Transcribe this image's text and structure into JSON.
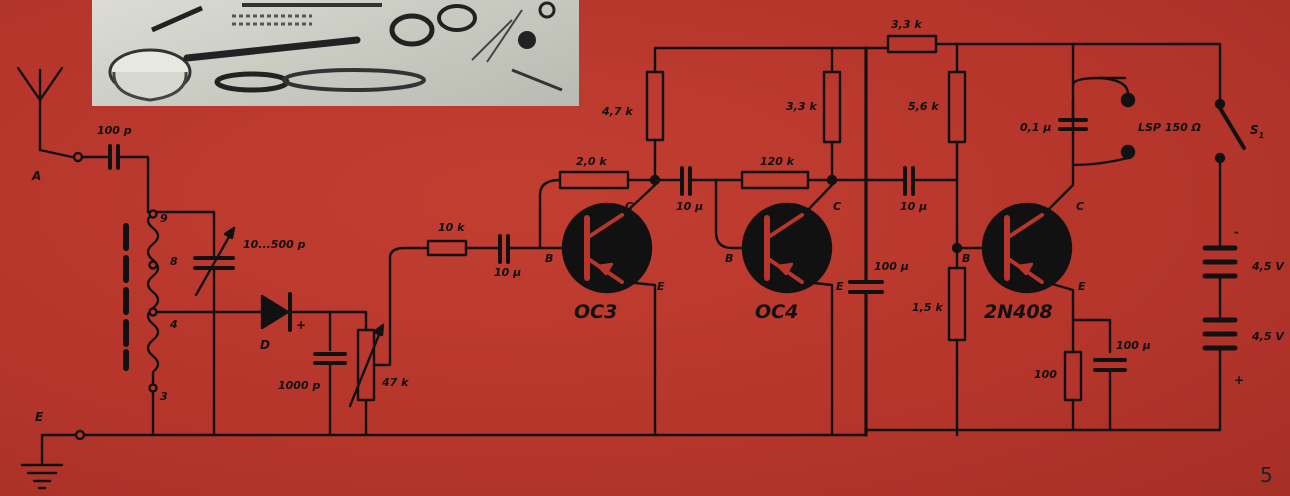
{
  "terminals": {
    "antenna": "A",
    "earth": "E"
  },
  "tuning": {
    "coupling_cap": "100 p",
    "variable_cap": "10...500 p",
    "taps": [
      "9",
      "8",
      "4",
      "3"
    ]
  },
  "detector": {
    "diode": "D",
    "plus": "+",
    "filter_cap": "1000 p",
    "pot": "47 k"
  },
  "stage1": {
    "input_resistor": "10 k",
    "input_cap": "10 μ",
    "feedback_resistor": "2,0 k",
    "collector_resistor": "4,7 k",
    "transistor": "OC3",
    "pins": {
      "b": "B",
      "c": "C",
      "e": "E"
    }
  },
  "stage2": {
    "coupling_cap": "10 μ",
    "feedback_resistor": "120 k",
    "collector_resistor": "3,3 k",
    "transistor": "OC4",
    "pins": {
      "b": "B",
      "c": "C",
      "e": "E"
    }
  },
  "stage3": {
    "coupling_cap": "10 μ",
    "decoupling_resistor": "3,3 k",
    "bias_upper": "5,6 k",
    "bias_lower": "1,5 k",
    "decoupling_cap": "100 μ",
    "speaker_cap": "0,1 μ",
    "speaker": "LSP 150 Ω",
    "emitter_resistor": "100",
    "emitter_cap": "100 μ",
    "transistor": "2N408",
    "pins": {
      "b": "B",
      "c": "C",
      "e": "E"
    }
  },
  "power": {
    "switch": "S",
    "switch_sub": "1",
    "minus": "-",
    "plus": "+",
    "batteries": [
      "4,5 V",
      "4,5 V"
    ]
  },
  "page_number": "5",
  "colors": {
    "background": "#b6362c",
    "ink": "#111111",
    "photo": "#cfd0c8"
  }
}
